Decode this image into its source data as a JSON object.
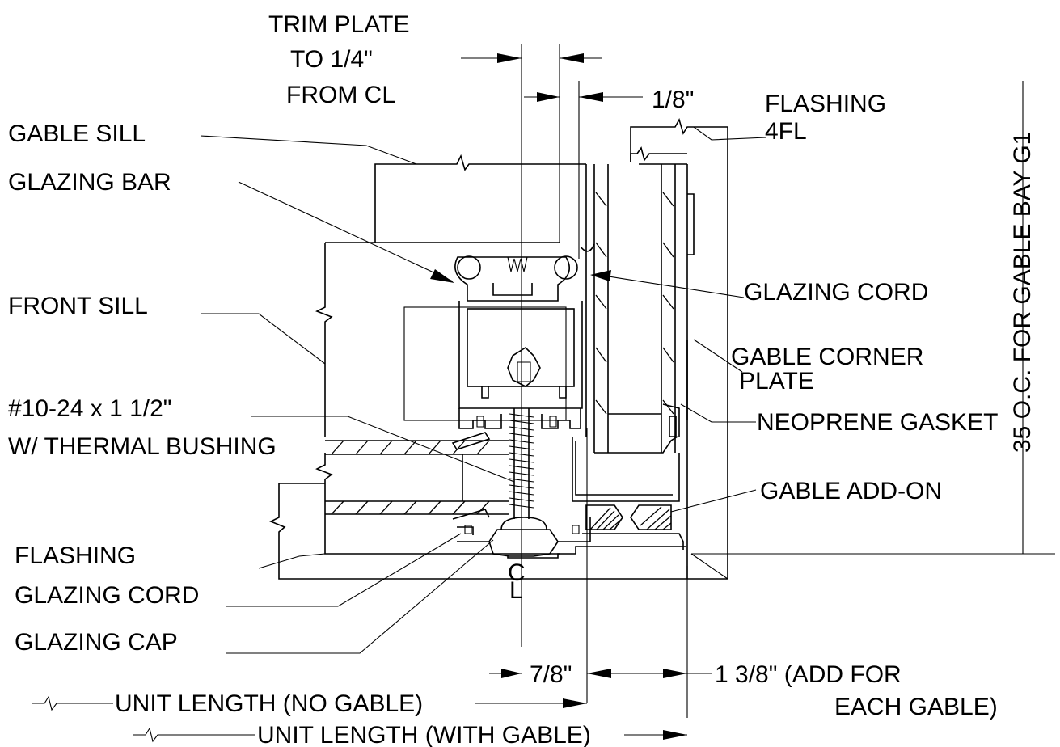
{
  "labels": {
    "trim_plate_1": "TRIM PLATE",
    "trim_plate_2": "TO 1/4\"",
    "trim_plate_3": "FROM CL",
    "dim_1_8": "1/8\"",
    "flashing_top_1": "FLASHING",
    "flashing_top_2": "4FL",
    "gable_sill": "GABLE SILL",
    "glazing_bar": "GLAZING BAR",
    "front_sill": "FRONT SILL",
    "screw_1": "#10-24 x 1 1/2\"",
    "screw_2": "W/ THERMAL BUSHING",
    "flashing_bottom": "FLASHING",
    "glazing_cord_left": "GLAZING CORD",
    "glazing_cap": "GLAZING CAP",
    "glazing_cord_right": "GLAZING CORD",
    "gable_corner_1": "GABLE CORNER",
    "gable_corner_2": "PLATE",
    "neoprene_gasket": "NEOPRENE GASKET",
    "gable_add_on": "GABLE ADD-ON",
    "dim_7_8": "7/8\"",
    "dim_1_3_8_a": "1 3/8\" (ADD FOR",
    "dim_1_3_8_b": "EACH GABLE)",
    "unit_length_no_gable": "UNIT LENGTH (NO GABLE)",
    "unit_length_with_gable": "UNIT LENGTH (WITH GABLE)",
    "vertical_note": "35 O.C. FOR GABLE BAY G1",
    "centerline_c": "C",
    "centerline_l": "L"
  },
  "colors": {
    "line": "#000000",
    "background": "#ffffff"
  }
}
